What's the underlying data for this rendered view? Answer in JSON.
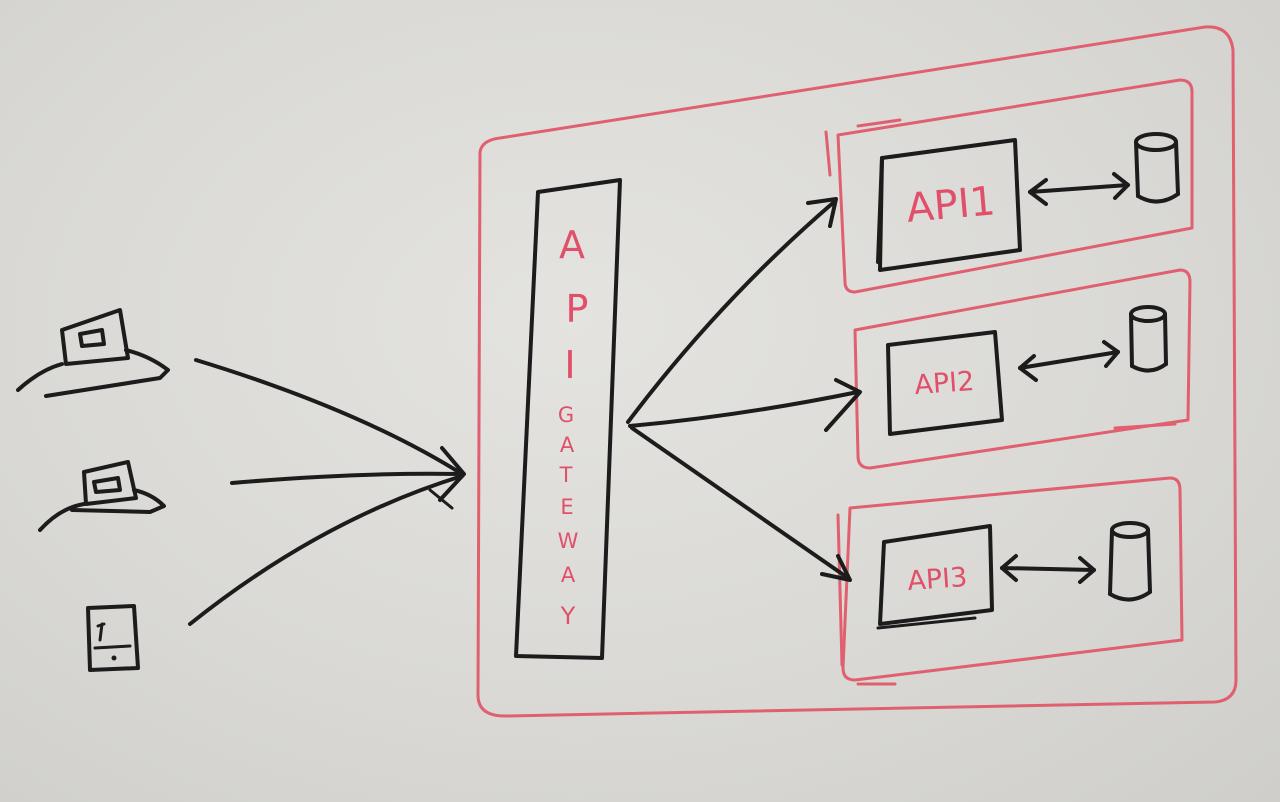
{
  "gateway": {
    "letters": [
      "A",
      "P",
      "I"
    ],
    "sub_letters": [
      "G",
      "A",
      "T",
      "E",
      "W",
      "A",
      "Y"
    ]
  },
  "services": [
    {
      "label": "API1"
    },
    {
      "label": "API2"
    },
    {
      "label": "API3"
    }
  ],
  "clients": [
    {
      "icon": "laptop-icon"
    },
    {
      "icon": "laptop-icon"
    },
    {
      "icon": "mobile-phone-icon"
    }
  ],
  "colors": {
    "ink": "#1c1c1c",
    "marker_red": "#e0606f",
    "paper": "#dad9d5"
  }
}
